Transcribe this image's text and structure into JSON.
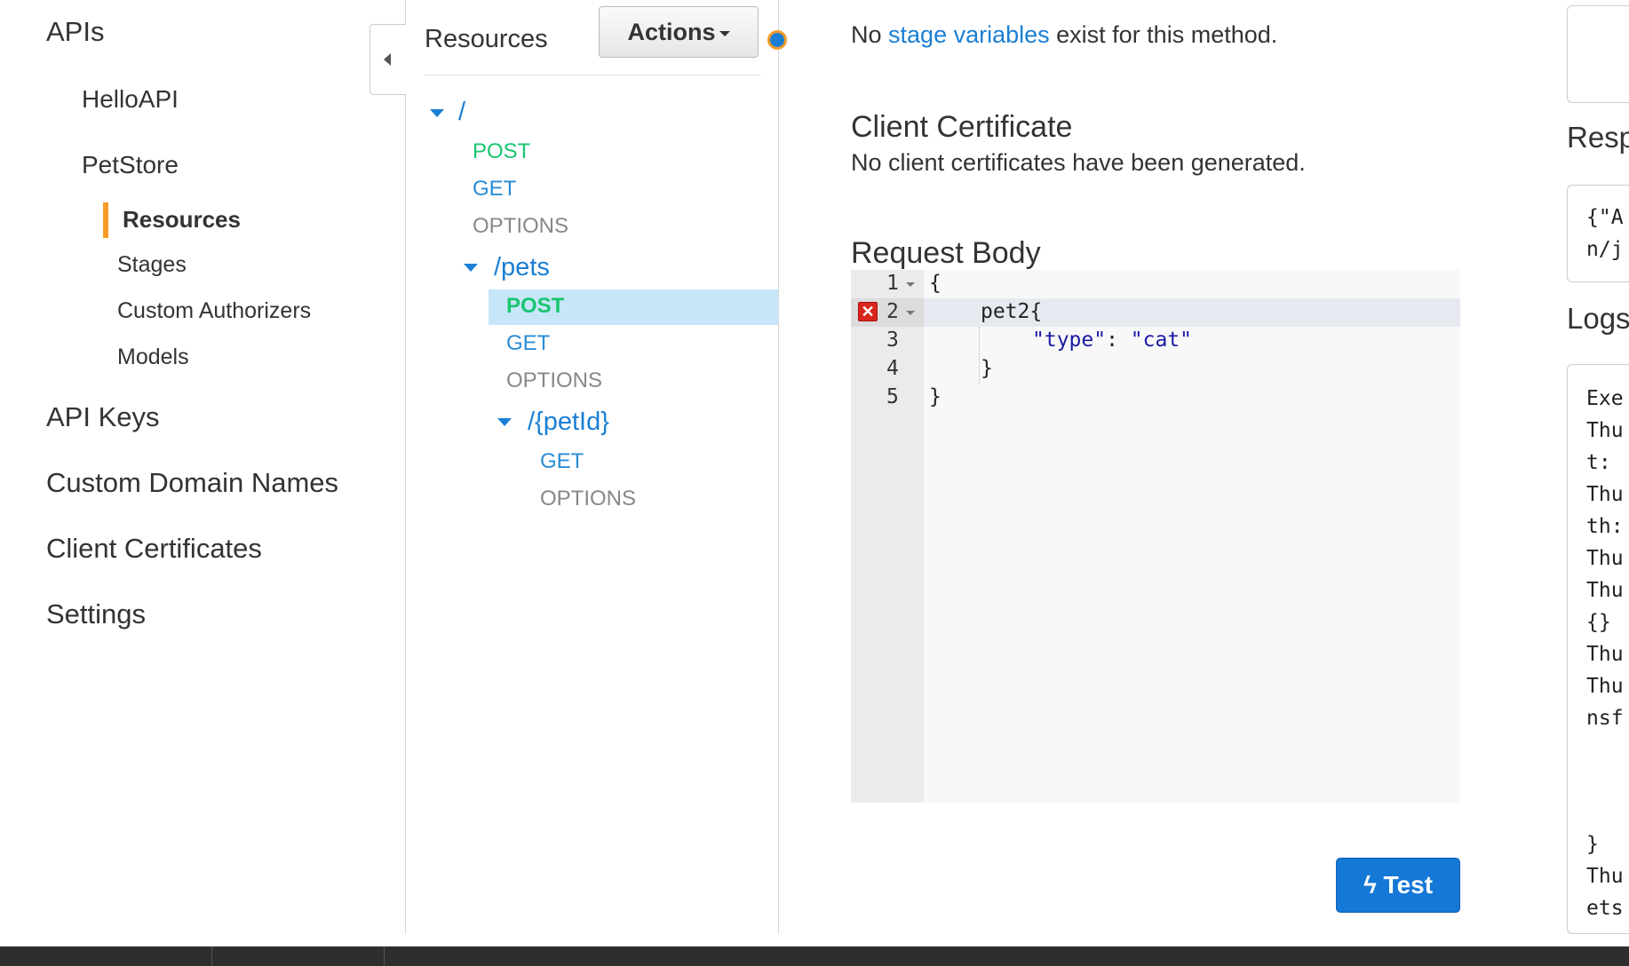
{
  "nav": {
    "apis": "APIs",
    "api_items": [
      "HelloAPI",
      "PetStore"
    ],
    "sub_items": [
      "Resources",
      "Stages",
      "Custom Authorizers",
      "Models"
    ],
    "main_items": [
      "API Keys",
      "Custom Domain Names",
      "Client Certificates",
      "Settings"
    ]
  },
  "resources": {
    "title": "Resources",
    "actions_label": "Actions",
    "root_path": "/",
    "root_methods": [
      "POST",
      "GET",
      "OPTIONS"
    ],
    "pets_path": "/pets",
    "pets_methods": [
      "POST",
      "GET",
      "OPTIONS"
    ],
    "petid_path": "/{petId}",
    "petid_methods": [
      "GET",
      "OPTIONS"
    ]
  },
  "main": {
    "stage_no": "No",
    "stage_link": "stage variables",
    "stage_rest": "exist for this method.",
    "cert_title": "Client Certificate",
    "cert_text": "No client certificates have been generated.",
    "body_title": "Request Body",
    "line_numbers": [
      "1",
      "2",
      "3",
      "4",
      "5"
    ],
    "code": {
      "l1": "{",
      "l2": "pet2{",
      "l3_key": "\"type\"",
      "l3_sep": ": ",
      "l3_val": "\"cat\"",
      "l4": "}",
      "l5": "}"
    },
    "error_mark": "✕",
    "test_label": "Test"
  },
  "right": {
    "resp_head": "Resp",
    "resp_lines": [
      "{\"A",
      "n/j"
    ],
    "logs_head": "Logs",
    "log_lines": [
      "Exe",
      "Thu",
      "t:",
      "Thu",
      "th:",
      "Thu",
      "Thu",
      "{}",
      "Thu",
      "Thu",
      "nsf"
    ],
    "log_tail": [
      "}",
      "Thu",
      "ets"
    ]
  },
  "colors": {
    "accent": "#1a7fd4",
    "post": "#19c66f",
    "active_bar": "#f79b28",
    "selected_row": "#c8e6fa",
    "test_button": "#1478d6"
  }
}
